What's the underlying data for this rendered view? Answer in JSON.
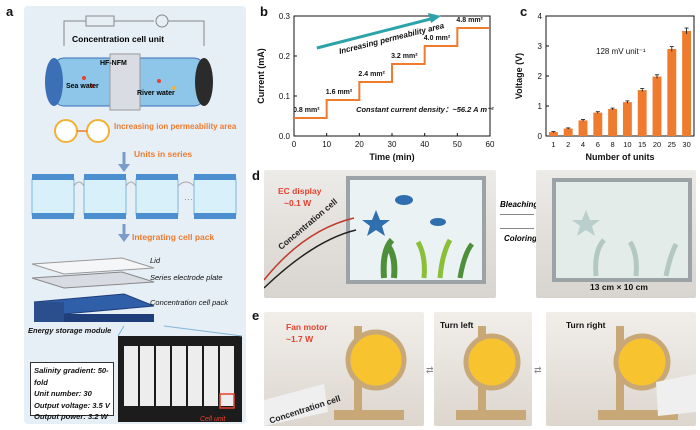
{
  "panels": {
    "a": "a",
    "b": "b",
    "c": "c",
    "d": "d",
    "e": "e"
  },
  "panel_a": {
    "unit_title": "Concentration cell unit",
    "membrane": "HF-NFM",
    "sea_water": "Sea water",
    "river_water": "River water",
    "permeability_text": "Increasing ion permeability area",
    "series_text": "Units in series",
    "integrating_text": "Integrating cell pack",
    "lid": "Lid",
    "series_plate": "Series electrode plate",
    "cell_pack": "Concentration cell pack",
    "storage_module": "Energy storage module",
    "specs": [
      "Salinity gradient: 50-fold",
      "Unit number: 30",
      "Output voltage: 3.5 V",
      "Output power: 3.2 W"
    ],
    "cell_unit": "Cell unit"
  },
  "panel_d": {
    "ec_display": "EC display",
    "ec_power": "~0.1 W",
    "cell_label": "Concentration cell",
    "bleaching": "Bleaching",
    "coloring": "Coloring",
    "size": "13 cm × 10 cm"
  },
  "panel_e": {
    "fan_motor": "Fan motor",
    "fan_power": "~1.7 W",
    "cell_label": "Concentration cell",
    "turn_left": "Turn left",
    "turn_right": "Turn right"
  },
  "colors": {
    "orange": "#EE7B2E",
    "teal": "#2BA3A8",
    "blue": "#3B6FB6"
  },
  "chart_data": [
    {
      "type": "line",
      "ylabel": "Current (mA)",
      "xlabel": "Time (min)",
      "xlim": [
        0,
        60
      ],
      "ylim": [
        0,
        0.3
      ],
      "xticks": [
        "0",
        "10",
        "20",
        "30",
        "40",
        "50",
        "60"
      ],
      "yticks": [
        "0.0",
        "0.1",
        "0.2",
        "0.3"
      ],
      "series": [
        {
          "x": [
            0,
            10,
            10,
            20,
            20,
            30,
            30,
            40,
            40,
            50,
            50,
            60
          ],
          "y": [
            0.045,
            0.045,
            0.09,
            0.09,
            0.135,
            0.135,
            0.18,
            0.18,
            0.225,
            0.225,
            0.27,
            0.27
          ]
        }
      ],
      "step_labels": [
        "0.8 mm²",
        "1.6 mm²",
        "2.4 mm²",
        "3.2 mm²",
        "4.0 mm²",
        "4.8 mm²"
      ],
      "arrow_label": "Increasing permeability area",
      "annotation": "Constant current density：~56.2 A m⁻²"
    },
    {
      "type": "bar",
      "ylabel": "Voltage (V)",
      "xlabel": "Number of units",
      "categories": [
        "1",
        "2",
        "4",
        "6",
        "8",
        "10",
        "15",
        "20",
        "25",
        "30"
      ],
      "values": [
        0.13,
        0.25,
        0.52,
        0.78,
        0.9,
        1.13,
        1.53,
        1.98,
        2.9,
        3.5
      ],
      "errors": [
        0.02,
        0.02,
        0.03,
        0.03,
        0.03,
        0.04,
        0.05,
        0.06,
        0.08,
        0.1
      ],
      "ylim": [
        0,
        4
      ],
      "yticks": [
        "0",
        "1",
        "2",
        "3",
        "4"
      ],
      "annotation": "128 mV unit⁻¹"
    }
  ]
}
